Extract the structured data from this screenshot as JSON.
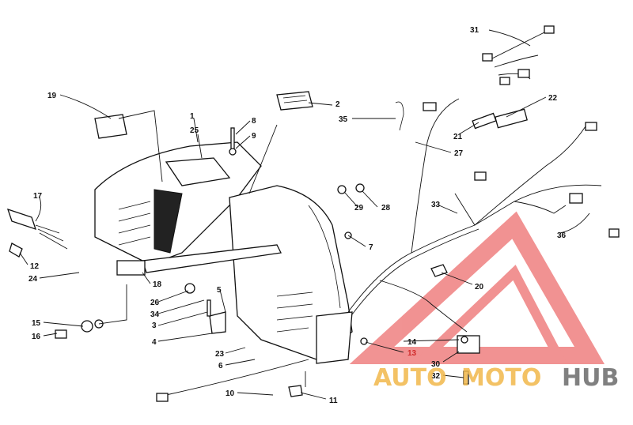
{
  "diagram": {
    "part_numbers": [
      "1",
      "2",
      "3",
      "4",
      "5",
      "6",
      "7",
      "8",
      "9",
      "10",
      "11",
      "12",
      "13",
      "14",
      "15",
      "16",
      "17",
      "18",
      "19",
      "20",
      "21",
      "22",
      "23",
      "24",
      "25",
      "26",
      "27",
      "28",
      "29",
      "30",
      "31",
      "32",
      "33",
      "34",
      "35",
      "36"
    ]
  },
  "watermark": {
    "text_part1": "AUTO",
    "text_part2": "MOTO",
    "text_part3": "HUB",
    "color_primary": "#e63a3a",
    "color_accent": "#f2b84b",
    "color_dark": "#6b6b6b"
  }
}
